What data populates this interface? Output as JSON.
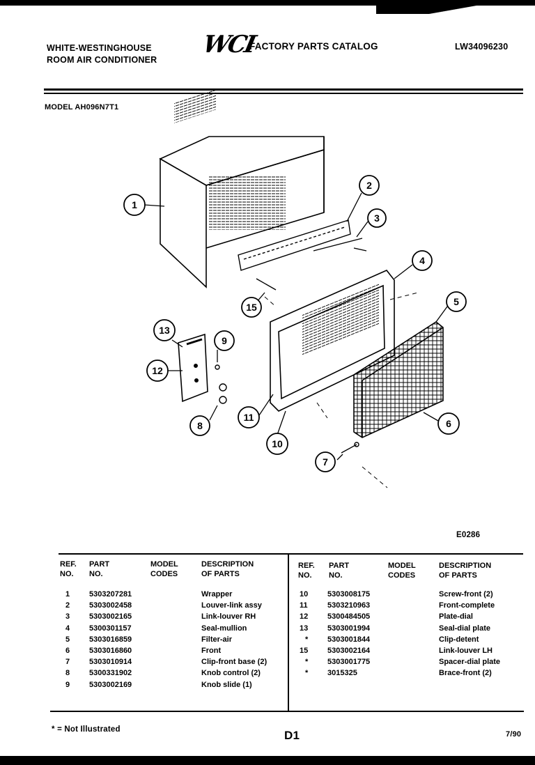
{
  "header": {
    "brand_line1": "WHITE-WESTINGHOUSE",
    "brand_line2": "ROOM AIR CONDITIONER",
    "logo": "WCI",
    "catalog_title": "FACTORY PARTS CATALOG",
    "catalog_number": "LW34096230",
    "model_label": "MODEL AH096N7T1"
  },
  "diagram": {
    "code": "E0286",
    "callouts": [
      "1",
      "2",
      "3",
      "4",
      "5",
      "6",
      "7",
      "8",
      "9",
      "10",
      "11",
      "12",
      "13",
      "15"
    ]
  },
  "table": {
    "headers": {
      "ref": [
        "REF.",
        "NO."
      ],
      "part": [
        "PART",
        "NO."
      ],
      "model": [
        "MODEL",
        "CODES"
      ],
      "desc": [
        "DESCRIPTION",
        "OF PARTS"
      ]
    },
    "left": [
      {
        "ref": "1",
        "part": "5303207281",
        "model": "",
        "desc": "Wrapper"
      },
      {
        "ref": "2",
        "part": "5303002458",
        "model": "",
        "desc": "Louver-link assy"
      },
      {
        "ref": "3",
        "part": "5303002165",
        "model": "",
        "desc": "Link-louver RH"
      },
      {
        "ref": "4",
        "part": "5300301157",
        "model": "",
        "desc": "Seal-mullion"
      },
      {
        "ref": "5",
        "part": "5303016859",
        "model": "",
        "desc": "Filter-air"
      },
      {
        "ref": "6",
        "part": "5303016860",
        "model": "",
        "desc": "Front"
      },
      {
        "ref": "7",
        "part": "5303010914",
        "model": "",
        "desc": "Clip-front base (2)"
      },
      {
        "ref": "8",
        "part": "5300331902",
        "model": "",
        "desc": "Knob control (2)"
      },
      {
        "ref": "9",
        "part": "5303002169",
        "model": "",
        "desc": "Knob slide (1)"
      }
    ],
    "right": [
      {
        "ref": "10",
        "part": "5303008175",
        "model": "",
        "desc": "Screw-front (2)"
      },
      {
        "ref": "11",
        "part": "5303210963",
        "model": "",
        "desc": "Front-complete"
      },
      {
        "ref": "12",
        "part": "5300484505",
        "model": "",
        "desc": "Plate-dial"
      },
      {
        "ref": "13",
        "part": "5303001994",
        "model": "",
        "desc": "Seal-dial plate"
      },
      {
        "ref": "*",
        "part": "5303001844",
        "model": "",
        "desc": "Clip-detent"
      },
      {
        "ref": "15",
        "part": "5303002164",
        "model": "",
        "desc": "Link-louver LH"
      },
      {
        "ref": "*",
        "part": "5303001775",
        "model": "",
        "desc": "Spacer-dial plate"
      },
      {
        "ref": "*",
        "part": "3015325",
        "model": "",
        "desc": "Brace-front (2)"
      }
    ]
  },
  "footer": {
    "note": "* = Not Illustrated",
    "page": "D1",
    "date": "7/90"
  }
}
